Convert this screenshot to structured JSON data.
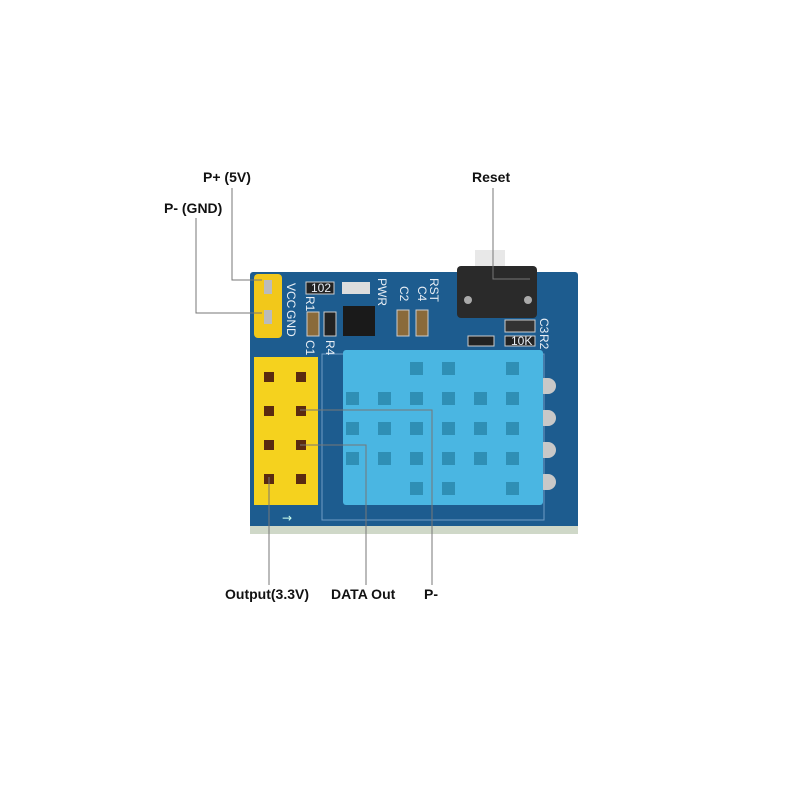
{
  "labels": {
    "p_plus": "P+ (5V)",
    "p_minus_gnd": "P- (GND)",
    "reset": "Reset",
    "output": "Output(3.3V)",
    "data_out": "DATA Out",
    "p_minus": "P-"
  },
  "silkscreen": {
    "vcc": "VCC",
    "gnd": "GND",
    "pwr": "PWR",
    "rst": "RST",
    "c4": "C4",
    "c2": "C2",
    "c1": "C1",
    "r4": "R4",
    "r1": "R1",
    "c3": "C3",
    "r2": "R2",
    "res102": "102",
    "res10k": "10K"
  },
  "colors": {
    "board": "#1d5c8f",
    "sensor": "#4ab6e2",
    "header": "#f5d21e",
    "jumper": "#f2c81a"
  }
}
